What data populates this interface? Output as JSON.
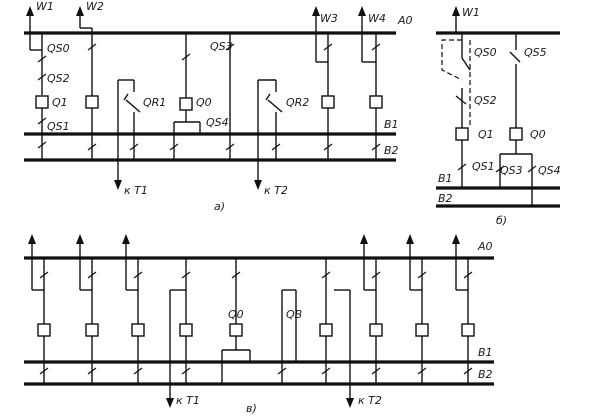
{
  "diagram_a": {
    "sublabel": "а)",
    "buses": {
      "top": "A0",
      "mid": "B1",
      "bottom": "B2"
    },
    "lines": [
      "W1",
      "W2",
      "W3",
      "W4"
    ],
    "disconnectors": [
      "QS0",
      "QS2",
      "QS1",
      "QS3",
      "QS4"
    ],
    "breakers": [
      "Q1",
      "Q0"
    ],
    "separators": [
      "QR1",
      "QR2"
    ],
    "transformers": [
      "к Т1",
      "к Т2"
    ]
  },
  "diagram_b": {
    "sublabel": "б)",
    "buses": {
      "mid": "B1",
      "bottom": "B2"
    },
    "lines": [
      "W1"
    ],
    "disconnectors": [
      "QS0",
      "QS5",
      "QS2",
      "QS1",
      "QS3",
      "QS4"
    ],
    "breakers": [
      "Q1",
      "Q0"
    ]
  },
  "diagram_c": {
    "sublabel": "в)",
    "buses": {
      "top": "A0",
      "mid": "B1",
      "bottom": "B2"
    },
    "breakers": [
      "Q0",
      "QB"
    ],
    "transformers": [
      "к Т1",
      "к Т2"
    ]
  }
}
